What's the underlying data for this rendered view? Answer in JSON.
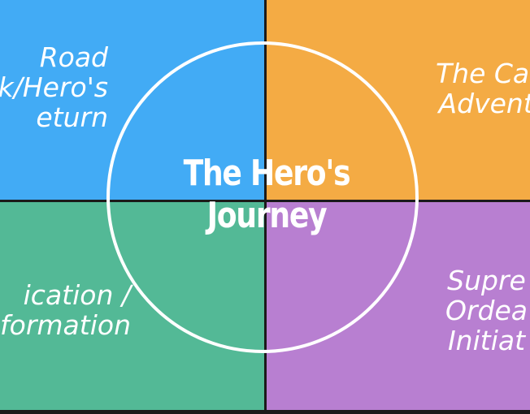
{
  "colors": {
    "top_left": "#42abf5",
    "top_right": "#f4ab44",
    "bottom_left": "#53b996",
    "bottom_right": "#b87fd1",
    "divider": "#1a1a1a",
    "text": "#ffffff"
  },
  "diagram": {
    "center_title": {
      "line1": "The Hero's",
      "line2": "Journey"
    },
    "quadrants": {
      "top_left": {
        "lines": [
          "Road",
          "k/Hero's",
          "eturn"
        ]
      },
      "top_right": {
        "lines": [
          "The Cal",
          "Advent"
        ]
      },
      "bottom_left": {
        "lines": [
          "ication /",
          "formation"
        ]
      },
      "bottom_right": {
        "lines": [
          "Supre",
          "Ordea",
          "Initiat"
        ]
      }
    }
  }
}
